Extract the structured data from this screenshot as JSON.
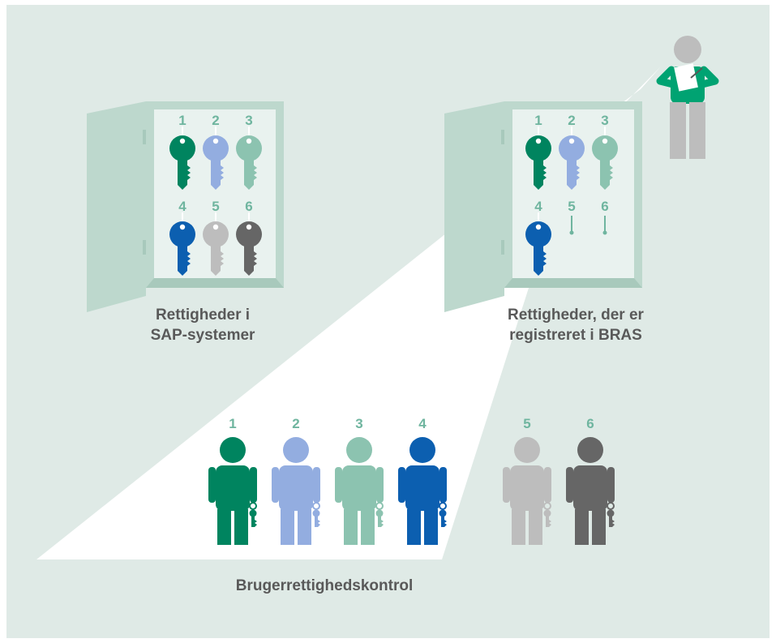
{
  "colors": {
    "background": "#dfeae6",
    "cabinet": "#bdd8cd",
    "cabinet_inner": "#e9f2ef",
    "cabinet_shade": "#a8c9bc",
    "beam": "#ffffff",
    "number": "#6fb59f",
    "caption": "#595959",
    "key_1": "#00845f",
    "key_2": "#93ade0",
    "key_3": "#8cc3b0",
    "key_4": "#0c5fb0",
    "key_5": "#bdbdbd",
    "key_6": "#666666",
    "inspector_shirt": "#00a372",
    "inspector_grey": "#bdbdbd"
  },
  "labels": {
    "left_cabinet": [
      "Rettigheder i",
      "SAP-systemer"
    ],
    "right_cabinet": [
      "Rettigheder, der er",
      "registreret i BRAS"
    ],
    "bottom": "Brugerrettighedskontrol"
  },
  "left_cabinet": {
    "keys": [
      {
        "number": "1",
        "color_key": "key_1",
        "present": true
      },
      {
        "number": "2",
        "color_key": "key_2",
        "present": true
      },
      {
        "number": "3",
        "color_key": "key_3",
        "present": true
      },
      {
        "number": "4",
        "color_key": "key_4",
        "present": true
      },
      {
        "number": "5",
        "color_key": "key_5",
        "present": true
      },
      {
        "number": "6",
        "color_key": "key_6",
        "present": true
      }
    ]
  },
  "right_cabinet": {
    "keys": [
      {
        "number": "1",
        "color_key": "key_1",
        "present": true
      },
      {
        "number": "2",
        "color_key": "key_2",
        "present": true
      },
      {
        "number": "3",
        "color_key": "key_3",
        "present": true
      },
      {
        "number": "4",
        "color_key": "key_4",
        "present": true
      },
      {
        "number": "5",
        "color_key": "key_5",
        "present": false
      },
      {
        "number": "6",
        "color_key": "key_6",
        "present": false
      }
    ]
  },
  "users": [
    {
      "number": "1",
      "color_key": "key_1"
    },
    {
      "number": "2",
      "color_key": "key_2"
    },
    {
      "number": "3",
      "color_key": "key_3"
    },
    {
      "number": "4",
      "color_key": "key_4"
    },
    {
      "number": "5",
      "color_key": "key_5"
    },
    {
      "number": "6",
      "color_key": "key_6"
    }
  ],
  "icons": [
    "cabinet-icon",
    "key-icon",
    "person-icon",
    "inspector-icon"
  ]
}
